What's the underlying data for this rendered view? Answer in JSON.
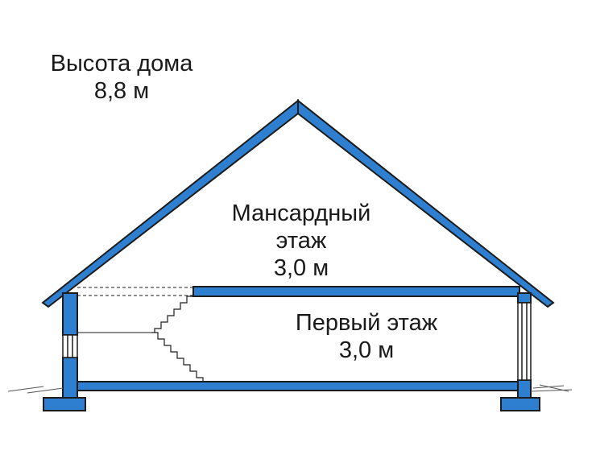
{
  "house_height": {
    "title": "Высота дома",
    "value": "8,8 м"
  },
  "attic_floor": {
    "name_line1": "Мансардный",
    "name_line2": "этаж",
    "height": "3,0 м"
  },
  "first_floor": {
    "name": "Первый этаж",
    "height": "3,0 м"
  },
  "colors": {
    "structure_fill": "#2e7fd0",
    "outline": "#1c1c1c",
    "background": "#ffffff"
  }
}
